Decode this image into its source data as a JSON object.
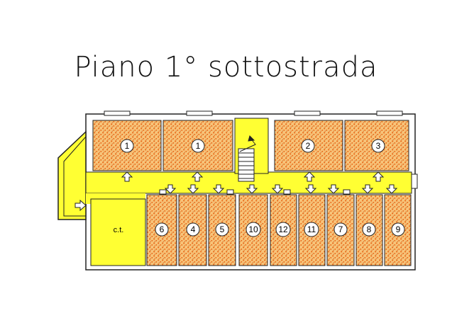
{
  "title": "Piano 1° sottostrada",
  "colors": {
    "corridor": "#ffff33",
    "room_fill": "#f7c47a",
    "room_dots": "#e86a1a",
    "wall": "#222222"
  },
  "rooms_top": [
    {
      "number": "1"
    },
    {
      "number": "1"
    },
    {
      "number": "2"
    },
    {
      "number": "3"
    }
  ],
  "rooms_bottom": [
    {
      "number": "6"
    },
    {
      "number": "4"
    },
    {
      "number": "5"
    },
    {
      "number": "10"
    },
    {
      "number": "12"
    },
    {
      "number": "11"
    },
    {
      "number": "7"
    },
    {
      "number": "8"
    },
    {
      "number": "9"
    }
  ],
  "boiler_room": {
    "label": "c.t."
  },
  "icons": [
    "door-arrow-icon",
    "staircase-icon",
    "entrance-arrow-icon"
  ]
}
